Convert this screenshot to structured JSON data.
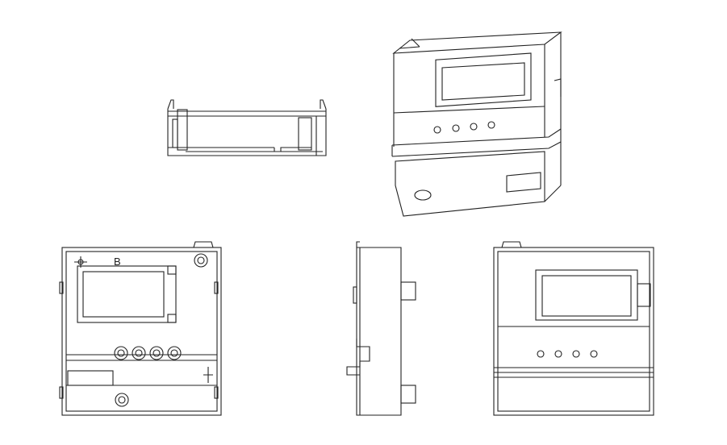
{
  "drawing": {
    "views": [
      "top-side-view",
      "isometric-view",
      "front-view-internal",
      "side-view",
      "front-view"
    ],
    "labels": {
      "front_marker": "B"
    }
  }
}
